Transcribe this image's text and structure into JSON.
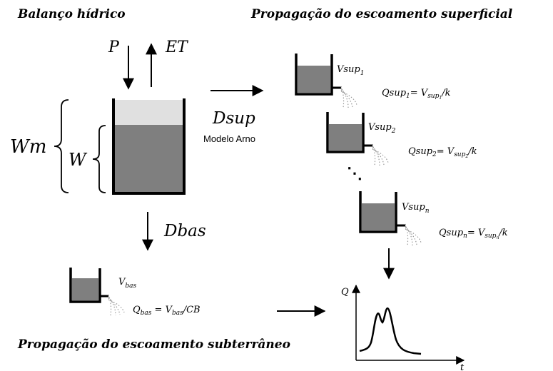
{
  "headings": {
    "water_balance": "Balanço hídrico",
    "surface_routing": "Propagação do escoamento superficial",
    "subsurface_routing": "Propagação do escoamento subterrâneo"
  },
  "balance": {
    "precip": "P",
    "evapo": "ET",
    "max_storage": "Wm",
    "storage": "W",
    "surface_runoff": "Dsup",
    "model_name": "Modelo Arno",
    "base_runoff": "Dbas"
  },
  "surface_reservoirs": [
    {
      "volume": "Vsup",
      "sub": "1",
      "equation": "Qsup",
      "eq_sub": "1",
      "rhs": "= V",
      "rhs_sub": "sup",
      "rhs_subsub": "1",
      "tail": "/k"
    },
    {
      "volume": "Vsup",
      "sub": "2",
      "equation": "Qsup",
      "eq_sub": "2",
      "rhs": "= V",
      "rhs_sub": "sup",
      "rhs_subsub": "2",
      "tail": "/k"
    },
    {
      "volume": "Vsup",
      "sub": "n",
      "equation": "Qsup",
      "eq_sub": "n",
      "rhs": "= V",
      "rhs_sub": "sup",
      "rhs_subsub": "n",
      "tail": "/k"
    }
  ],
  "ellipsis": "⋱",
  "base_reservoir": {
    "volume": "V",
    "volume_sub": "bas",
    "equation": "Q",
    "eq_sub": "bas",
    "rhs": " = V",
    "rhs_sub": "bas",
    "tail": "/CB"
  },
  "hydrograph": {
    "y_axis": "Q",
    "x_axis": "t"
  },
  "colors": {
    "water": "#7f7f7f",
    "air": "#e0e0e0",
    "wall": "#000000"
  }
}
